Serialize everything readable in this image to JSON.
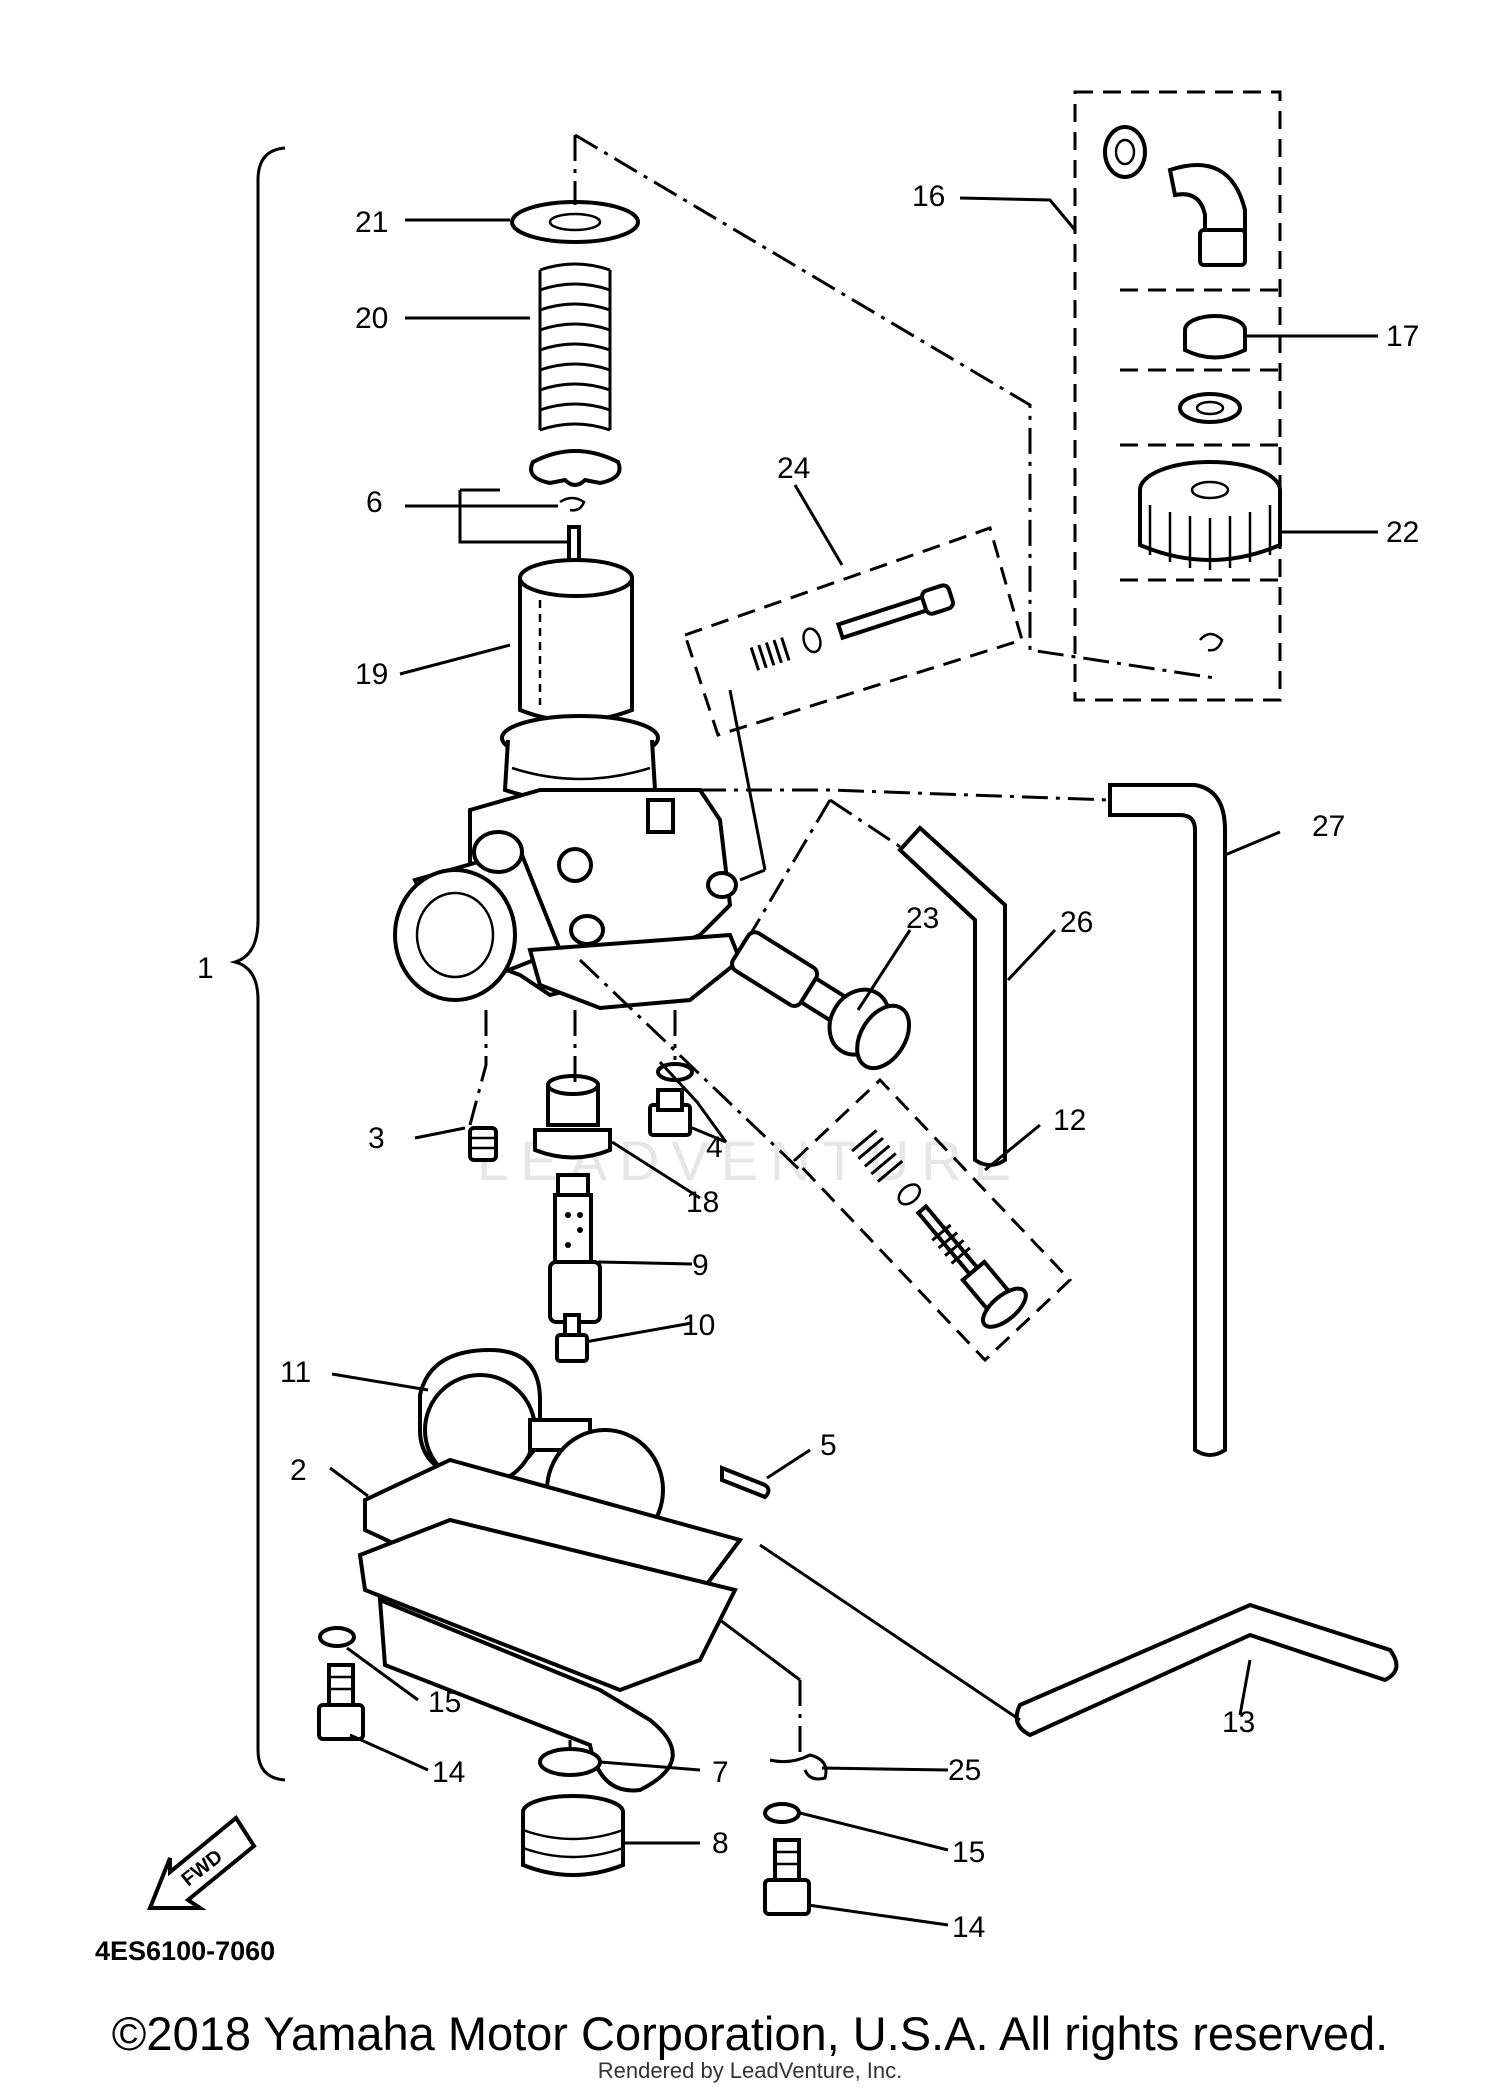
{
  "diagram": {
    "code": "4ES6100-7060",
    "fwd_label": "FWD",
    "watermark": "LEADVENTURE",
    "callouts": [
      {
        "id": "c1",
        "label": "1"
      },
      {
        "id": "c2",
        "label": "2"
      },
      {
        "id": "c3",
        "label": "3"
      },
      {
        "id": "c4",
        "label": "4"
      },
      {
        "id": "c5",
        "label": "5"
      },
      {
        "id": "c6",
        "label": "6"
      },
      {
        "id": "c7",
        "label": "7"
      },
      {
        "id": "c8",
        "label": "8"
      },
      {
        "id": "c9",
        "label": "9"
      },
      {
        "id": "c10",
        "label": "10"
      },
      {
        "id": "c11",
        "label": "11"
      },
      {
        "id": "c12",
        "label": "12"
      },
      {
        "id": "c13",
        "label": "13"
      },
      {
        "id": "c14a",
        "label": "14"
      },
      {
        "id": "c14b",
        "label": "14"
      },
      {
        "id": "c15a",
        "label": "15"
      },
      {
        "id": "c15b",
        "label": "15"
      },
      {
        "id": "c16",
        "label": "16"
      },
      {
        "id": "c17",
        "label": "17"
      },
      {
        "id": "c18",
        "label": "18"
      },
      {
        "id": "c19",
        "label": "19"
      },
      {
        "id": "c20",
        "label": "20"
      },
      {
        "id": "c21",
        "label": "21"
      },
      {
        "id": "c22",
        "label": "22"
      },
      {
        "id": "c23",
        "label": "23"
      },
      {
        "id": "c24",
        "label": "24"
      },
      {
        "id": "c25",
        "label": "25"
      },
      {
        "id": "c26",
        "label": "26"
      },
      {
        "id": "c27",
        "label": "27"
      }
    ]
  },
  "footer": {
    "copyright": "©2018 Yamaha Motor Corporation, U.S.A. All rights reserved.",
    "rendered_by": "Rendered by LeadVenture, Inc."
  }
}
